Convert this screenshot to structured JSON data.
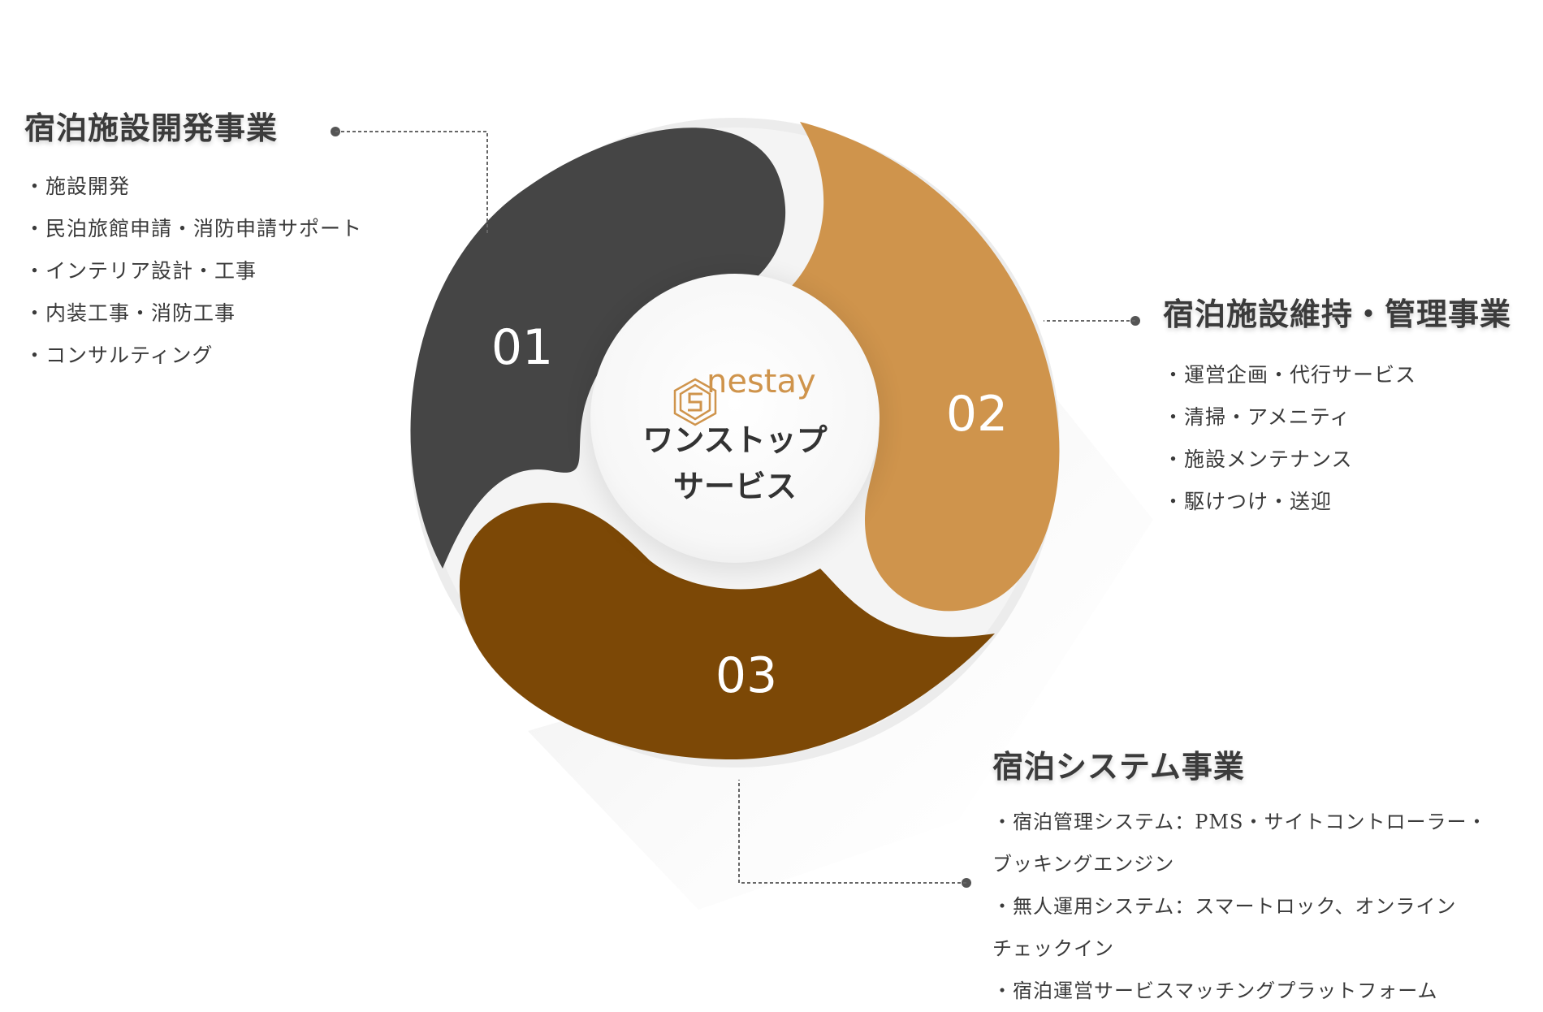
{
  "center": {
    "logo_text": "nestay",
    "title_line1": "ワンストップ",
    "title_line2": "サービス"
  },
  "segments": [
    {
      "number": "01",
      "color": "#454545",
      "heading": "宿泊施設開発事業",
      "items": [
        "・施設開発",
        "・民泊旅館申請・消防申請サポート",
        "・インテリア設計・工事",
        "・内装工事・消防工事",
        "・コンサルティング"
      ]
    },
    {
      "number": "02",
      "color": "#cf944c",
      "heading": "宿泊施設維持・管理事業",
      "items": [
        "・運営企画・代行サービス",
        "・清掃・アメニティ",
        "・施設メンテナンス",
        "・駆けつけ・送迎"
      ]
    },
    {
      "number": "03",
      "color": "#7c4806",
      "heading": "宿泊システム事業",
      "items": [
        "・宿泊管理システム：PMS・サイトコントローラー・",
        "ブッキングエンジン",
        "・無人運用システム：スマートロック、オンライン",
        "チェックイン",
        "・宿泊運営サービスマッチングプラットフォーム"
      ]
    }
  ],
  "colors": {
    "accent": "#cf944c",
    "connector": "#555555",
    "ring_shadow": "#e9e9e9"
  }
}
